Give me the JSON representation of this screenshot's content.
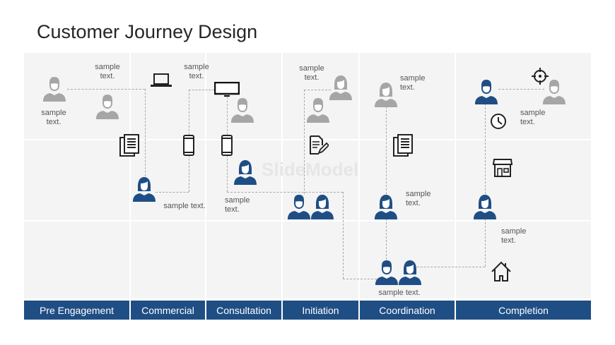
{
  "title": "Customer Journey Design",
  "watermark": "SlideModel",
  "stages": [
    "Pre Engagement",
    "Commercial",
    "Consultation",
    "Initiation",
    "Coordination",
    "Completion"
  ],
  "labels": {
    "two_line": [
      "sample",
      "text."
    ],
    "one_line": "sample text."
  },
  "colors": {
    "accent": "#1f4e85",
    "icon_gray": "#a6a6a6",
    "panel": "#f4f4f4"
  }
}
